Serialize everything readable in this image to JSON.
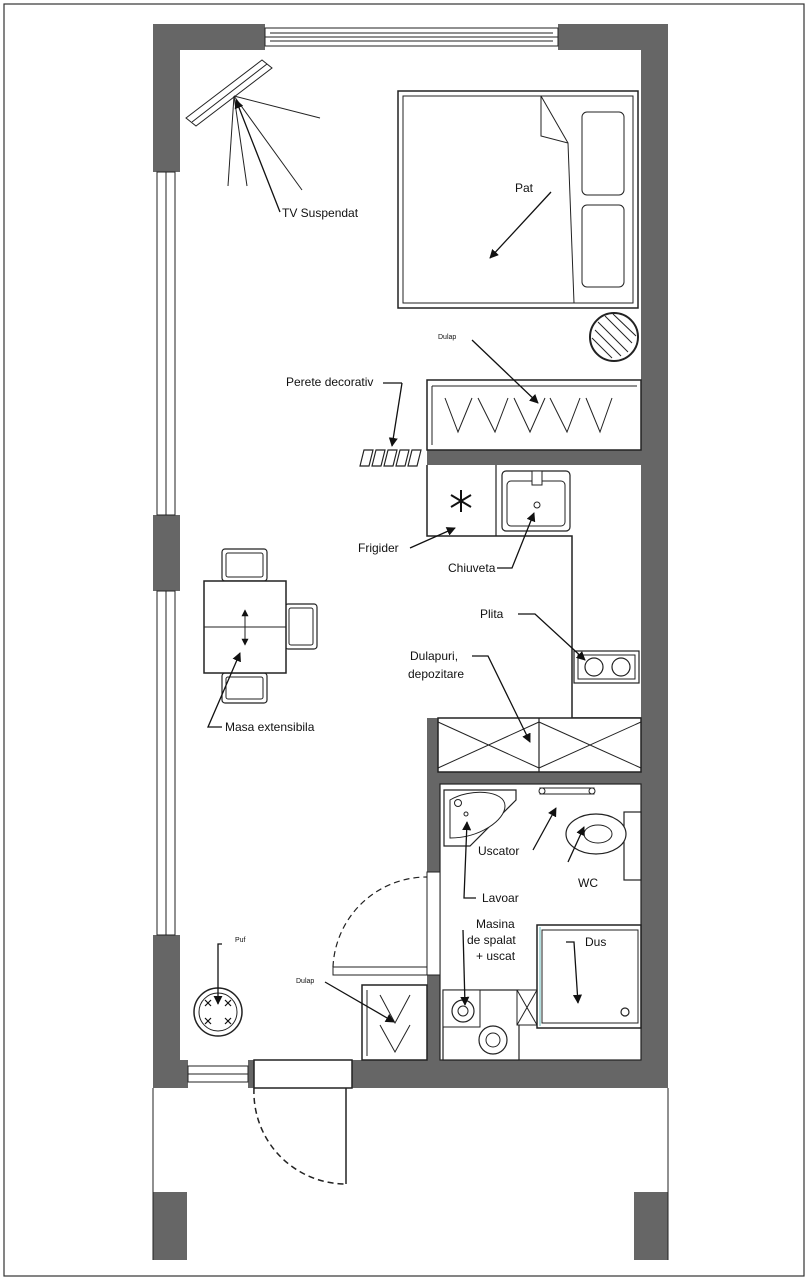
{
  "labels": {
    "tv": "TV Suspendat",
    "pat": "Pat",
    "dulap_top": "Dulap",
    "perete": "Perete decorativ",
    "frigider": "Frigider",
    "chiuveta": "Chiuveta",
    "plita": "Plita",
    "dulapuri_1": "Dulapuri,",
    "dulapuri_2": "depozitare",
    "masa": "Masa extensibila",
    "uscator": "Uscator",
    "wc": "WC",
    "lavoar": "Lavoar",
    "masina_1": "Masina",
    "masina_2": "de spalat",
    "masina_3": "+ uscat",
    "dus": "Dus",
    "puf": "Puf",
    "dulap_bottom": "Dulap"
  },
  "colors": {
    "wall": "#666666",
    "line": "#222222"
  }
}
